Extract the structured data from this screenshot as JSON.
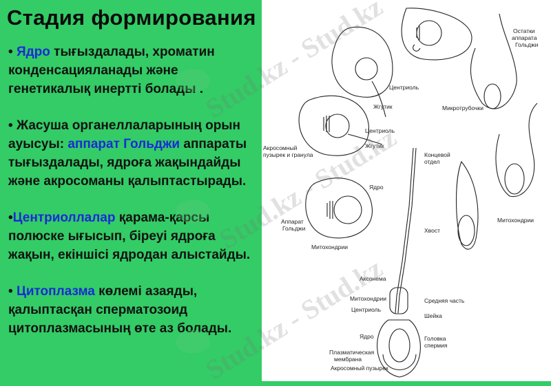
{
  "title": "Стадия формирования",
  "bullets": [
    {
      "highlight": "Ядро",
      "rest": " тығыздалады, хроматин конденсацияланады және генетикалық инертті болады ."
    },
    {
      "prefix": "Жасуша органеллаларының орын ауысуы: ",
      "highlight": "аппарат Гольджи",
      "rest": " аппараты тығыздалады, ядроға жақындайды  және акросоманы қалыптастырады."
    },
    {
      "highlight": "Центриоллалар",
      "rest": " қарама-қарсы полюске ығысып, біреуі ядроға жақын, екіншісі ядродан алыстайды."
    },
    {
      "highlight": "Цитоплазма",
      "rest": " көлемі азаяды, қалыптасқан сперматозоид цитоплазмасының өте аз болады."
    }
  ],
  "figure_labels": {
    "golgi_remnants": "Остатки аппарата Гольджи",
    "centriole_1": "Центриоль",
    "flagellum_1": "Жгутик",
    "microtubules": "Микротрубочки",
    "centriole_2": "Центриоль",
    "acrosome_vesicle": "Акросомный пузырек и гранула",
    "flagellum_2": "Жгутик",
    "end_piece": "Концевой отдел",
    "nucleus_1": "Ядро",
    "golgi_apparatus": "Аппарат Гольджи",
    "mitochondria_1": "Митохондрии",
    "mitochondria_2": "Митохондрии",
    "tail": "Хвост",
    "axoneme": "Аксонема",
    "mitochondria_3": "Митохондрии",
    "middle_piece": "Средняя часть",
    "centriole_3": "Центриоль",
    "neck": "Шейка",
    "nucleus_2": "Ядро",
    "sperm_head": "Головка спермия",
    "plasma_membrane": "Плазматическая мембрана",
    "acrosome_bubble": "Акросомный пузырек"
  },
  "watermark": "Stud.kz - Stud.kz",
  "colors": {
    "background": "#33cc66",
    "highlight": "#1a2bd6",
    "text": "#111111",
    "figure_bg": "#ffffff"
  }
}
